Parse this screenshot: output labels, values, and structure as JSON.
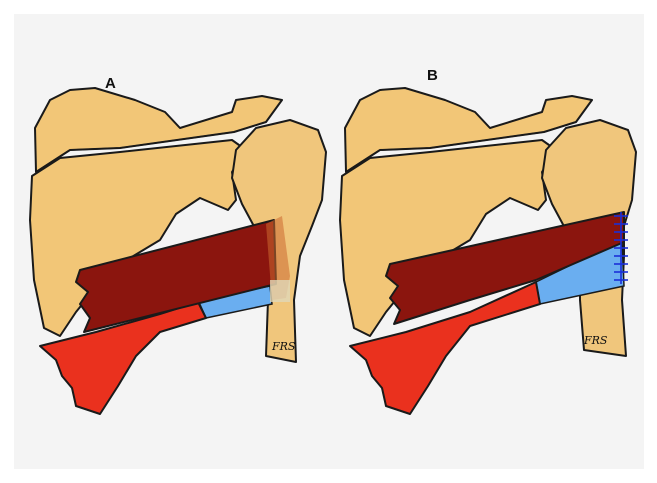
{
  "panels": [
    {
      "label": "A",
      "signature": "FRS"
    },
    {
      "label": "B",
      "signature": "FRS"
    }
  ],
  "colors": {
    "background": "#f4f4f4",
    "bone": "#f2c677",
    "humerus": "#f0c67c",
    "dark_muscle": "#8b150e",
    "red_muscle": "#ea311e",
    "blue_tendon": "#6aaef0",
    "overlay_orange": "#cc6a30",
    "suture": "#1a2fd8",
    "outline": "#1a1a1a"
  },
  "icons": [
    "scapula-icon",
    "humerus-icon",
    "muscle-icon",
    "tendon-icon",
    "suture-icon"
  ]
}
